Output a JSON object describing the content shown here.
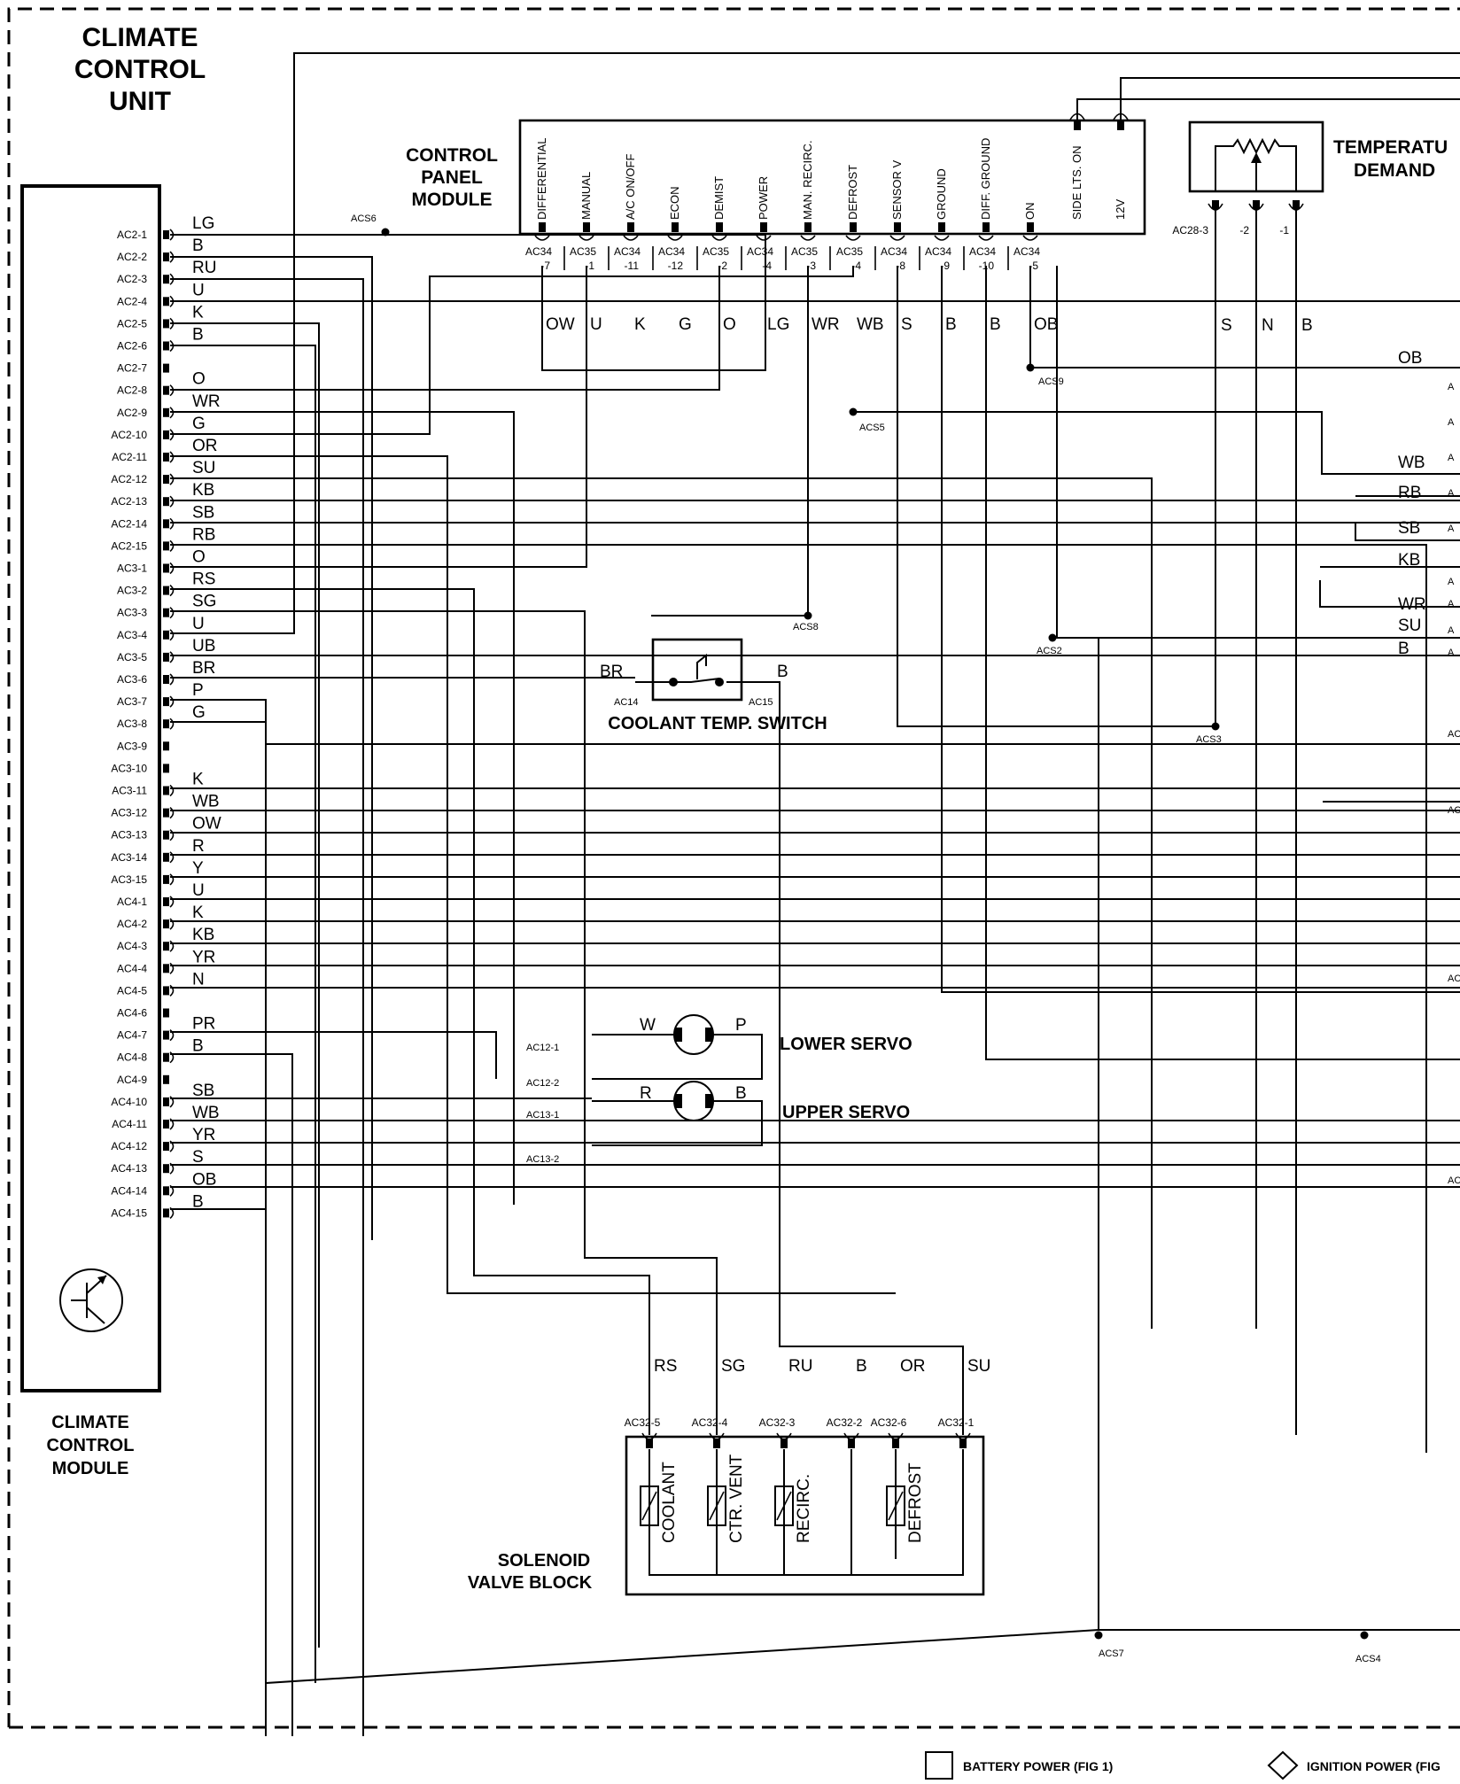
{
  "titles": {
    "climate_control_unit": [
      "CLIMATE",
      "CONTROL",
      "UNIT"
    ],
    "control_panel_module": [
      "CONTROL",
      "PANEL",
      "MODULE"
    ],
    "temperature_demand": [
      "TEMPERATU",
      "DEMAND"
    ],
    "climate_control_module": [
      "CLIMATE",
      "CONTROL",
      "MODULE"
    ],
    "coolant_temp_switch": "COOLANT TEMP. SWITCH",
    "lower_servo": "LOWER SERVO",
    "upper_servo": "UPPER SERVO",
    "solenoid_valve_block": [
      "SOLENOID",
      "VALVE BLOCK"
    ]
  },
  "module_pins": [
    {
      "pin": "AC2-1",
      "wire": "LG"
    },
    {
      "pin": "AC2-2",
      "wire": "B"
    },
    {
      "pin": "AC2-3",
      "wire": "RU"
    },
    {
      "pin": "AC2-4",
      "wire": "U"
    },
    {
      "pin": "AC2-5",
      "wire": "K"
    },
    {
      "pin": "AC2-6",
      "wire": "B"
    },
    {
      "pin": "AC2-7",
      "wire": ""
    },
    {
      "pin": "AC2-8",
      "wire": "O"
    },
    {
      "pin": "AC2-9",
      "wire": "WR"
    },
    {
      "pin": "AC2-10",
      "wire": "G"
    },
    {
      "pin": "AC2-11",
      "wire": "OR"
    },
    {
      "pin": "AC2-12",
      "wire": "SU"
    },
    {
      "pin": "AC2-13",
      "wire": "KB"
    },
    {
      "pin": "AC2-14",
      "wire": "SB"
    },
    {
      "pin": "AC2-15",
      "wire": "RB"
    },
    {
      "pin": "AC3-1",
      "wire": "O"
    },
    {
      "pin": "AC3-2",
      "wire": "RS"
    },
    {
      "pin": "AC3-3",
      "wire": "SG"
    },
    {
      "pin": "AC3-4",
      "wire": "U"
    },
    {
      "pin": "AC3-5",
      "wire": "UB"
    },
    {
      "pin": "AC3-6",
      "wire": "BR"
    },
    {
      "pin": "AC3-7",
      "wire": "P"
    },
    {
      "pin": "AC3-8",
      "wire": "G"
    },
    {
      "pin": "AC3-9",
      "wire": ""
    },
    {
      "pin": "AC3-10",
      "wire": ""
    },
    {
      "pin": "AC3-11",
      "wire": "K"
    },
    {
      "pin": "AC3-12",
      "wire": "WB"
    },
    {
      "pin": "AC3-13",
      "wire": "OW"
    },
    {
      "pin": "AC3-14",
      "wire": "R"
    },
    {
      "pin": "AC3-15",
      "wire": "Y"
    },
    {
      "pin": "AC4-1",
      "wire": "U"
    },
    {
      "pin": "AC4-2",
      "wire": "K"
    },
    {
      "pin": "AC4-3",
      "wire": "KB"
    },
    {
      "pin": "AC4-4",
      "wire": "YR"
    },
    {
      "pin": "AC4-5",
      "wire": "N"
    },
    {
      "pin": "AC4-6",
      "wire": ""
    },
    {
      "pin": "AC4-7",
      "wire": "PR"
    },
    {
      "pin": "AC4-8",
      "wire": "B"
    },
    {
      "pin": "AC4-9",
      "wire": ""
    },
    {
      "pin": "AC4-10",
      "wire": "SB"
    },
    {
      "pin": "AC4-11",
      "wire": "WB"
    },
    {
      "pin": "AC4-12",
      "wire": "YR"
    },
    {
      "pin": "AC4-13",
      "wire": "S"
    },
    {
      "pin": "AC4-14",
      "wire": "OB"
    },
    {
      "pin": "AC4-15",
      "wire": "B"
    }
  ],
  "panel_functions": [
    "DIFFERENTIAL",
    "MANUAL",
    "A/C ON/OFF",
    "ECON",
    "DEMIST",
    "POWER",
    "MAN. RECIRC.",
    "DEFROST",
    "SENSOR V",
    "GROUND",
    "DIFF. GROUND",
    "ON",
    "SIDE LTS. ON",
    "12V"
  ],
  "panel_pins": [
    {
      "conn": "AC34",
      "num": "-7",
      "wire": "OW"
    },
    {
      "conn": "AC35",
      "num": "-1",
      "wire": "U"
    },
    {
      "conn": "AC34",
      "num": "-11",
      "wire": "K"
    },
    {
      "conn": "AC34",
      "num": "-12",
      "wire": "G"
    },
    {
      "conn": "AC35",
      "num": "-2",
      "wire": "O"
    },
    {
      "conn": "AC34",
      "num": "-4",
      "wire": "LG"
    },
    {
      "conn": "AC35",
      "num": "-3",
      "wire": "WR"
    },
    {
      "conn": "AC35",
      "num": "-4",
      "wire": "WB"
    },
    {
      "conn": "AC34",
      "num": "-8",
      "wire": "S"
    },
    {
      "conn": "AC34",
      "num": "-9",
      "wire": "B"
    },
    {
      "conn": "AC34",
      "num": "-10",
      "wire": "B"
    },
    {
      "conn": "AC34",
      "num": "-5",
      "wire": "OB"
    }
  ],
  "temp_demand_pins": [
    {
      "pin": "AC28-3",
      "wire": "S"
    },
    {
      "pin": "-2",
      "wire": "N"
    },
    {
      "pin": "-1",
      "wire": "B"
    }
  ],
  "right_wires": [
    "OB",
    "WB",
    "RB",
    "SB",
    "KB",
    "WR",
    "SU",
    "B"
  ],
  "right_edge_marks": [
    "A",
    "A",
    "A",
    "A",
    "A",
    "A",
    "A",
    "A",
    "A",
    "AC",
    "AC",
    "AC",
    "AC"
  ],
  "splices": {
    "acs6": "ACS6",
    "acs9": "ACS9",
    "acs5": "ACS5",
    "acs8": "ACS8",
    "acs2": "ACS2",
    "acs3": "ACS3",
    "acs7": "ACS7",
    "acs4": "ACS4"
  },
  "coolant_switch": {
    "left_wire": "BR",
    "right_wire": "B",
    "left_pin": "AC14",
    "right_pin": "AC15"
  },
  "lower_servo": {
    "wire_a": "W",
    "wire_b": "P",
    "pin_a": "AC12-1",
    "pin_b": "AC12-2"
  },
  "upper_servo": {
    "wire_a": "R",
    "wire_b": "B",
    "pin_a": "AC13-1",
    "pin_b": "AC13-2"
  },
  "solenoid_pins": [
    {
      "pin": "AC32-5",
      "wire": "RS",
      "valve": "COOLANT"
    },
    {
      "pin": "AC32-4",
      "wire": "SG",
      "valve": "CTR. VENT"
    },
    {
      "pin": "AC32-3",
      "wire": "RU",
      "valve": "RECIRC."
    },
    {
      "pin": "AC32-2",
      "wire": "B",
      "valve": ""
    },
    {
      "pin": "AC32-6",
      "wire": "OR",
      "valve": "DEFROST"
    },
    {
      "pin": "AC32-1",
      "wire": "SU",
      "valve": ""
    }
  ],
  "legend": {
    "battery": "BATTERY POWER (FIG 1)",
    "ignition": "IGNITION POWER (FIG"
  }
}
